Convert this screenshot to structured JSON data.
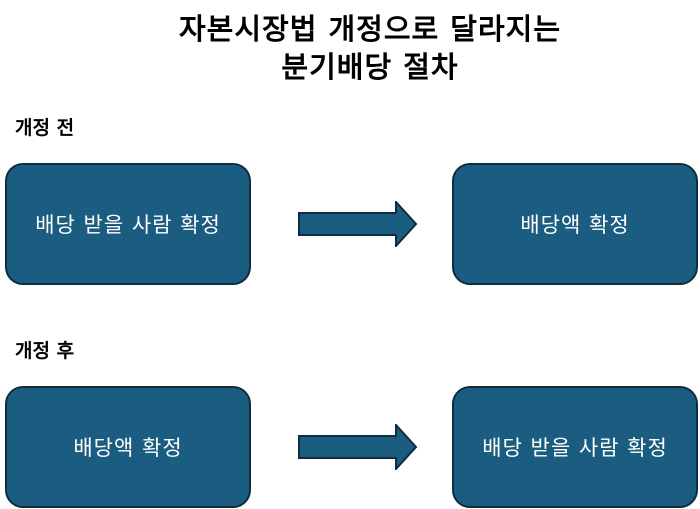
{
  "title": {
    "line1": "자본시장법 개정으로 달라지는",
    "line2": "분기배당 절차"
  },
  "sections": [
    {
      "label": "개정 전",
      "from_box": "배당 받을 사람 확정",
      "to_box": "배당액 확정"
    },
    {
      "label": "개정 후",
      "from_box": "배당액 확정",
      "to_box": "배당 받을 사람 확정"
    }
  ],
  "colors": {
    "box_fill": "#1b5d80",
    "box_border": "#0f2d3f",
    "arrow_fill": "#1b5d80"
  }
}
